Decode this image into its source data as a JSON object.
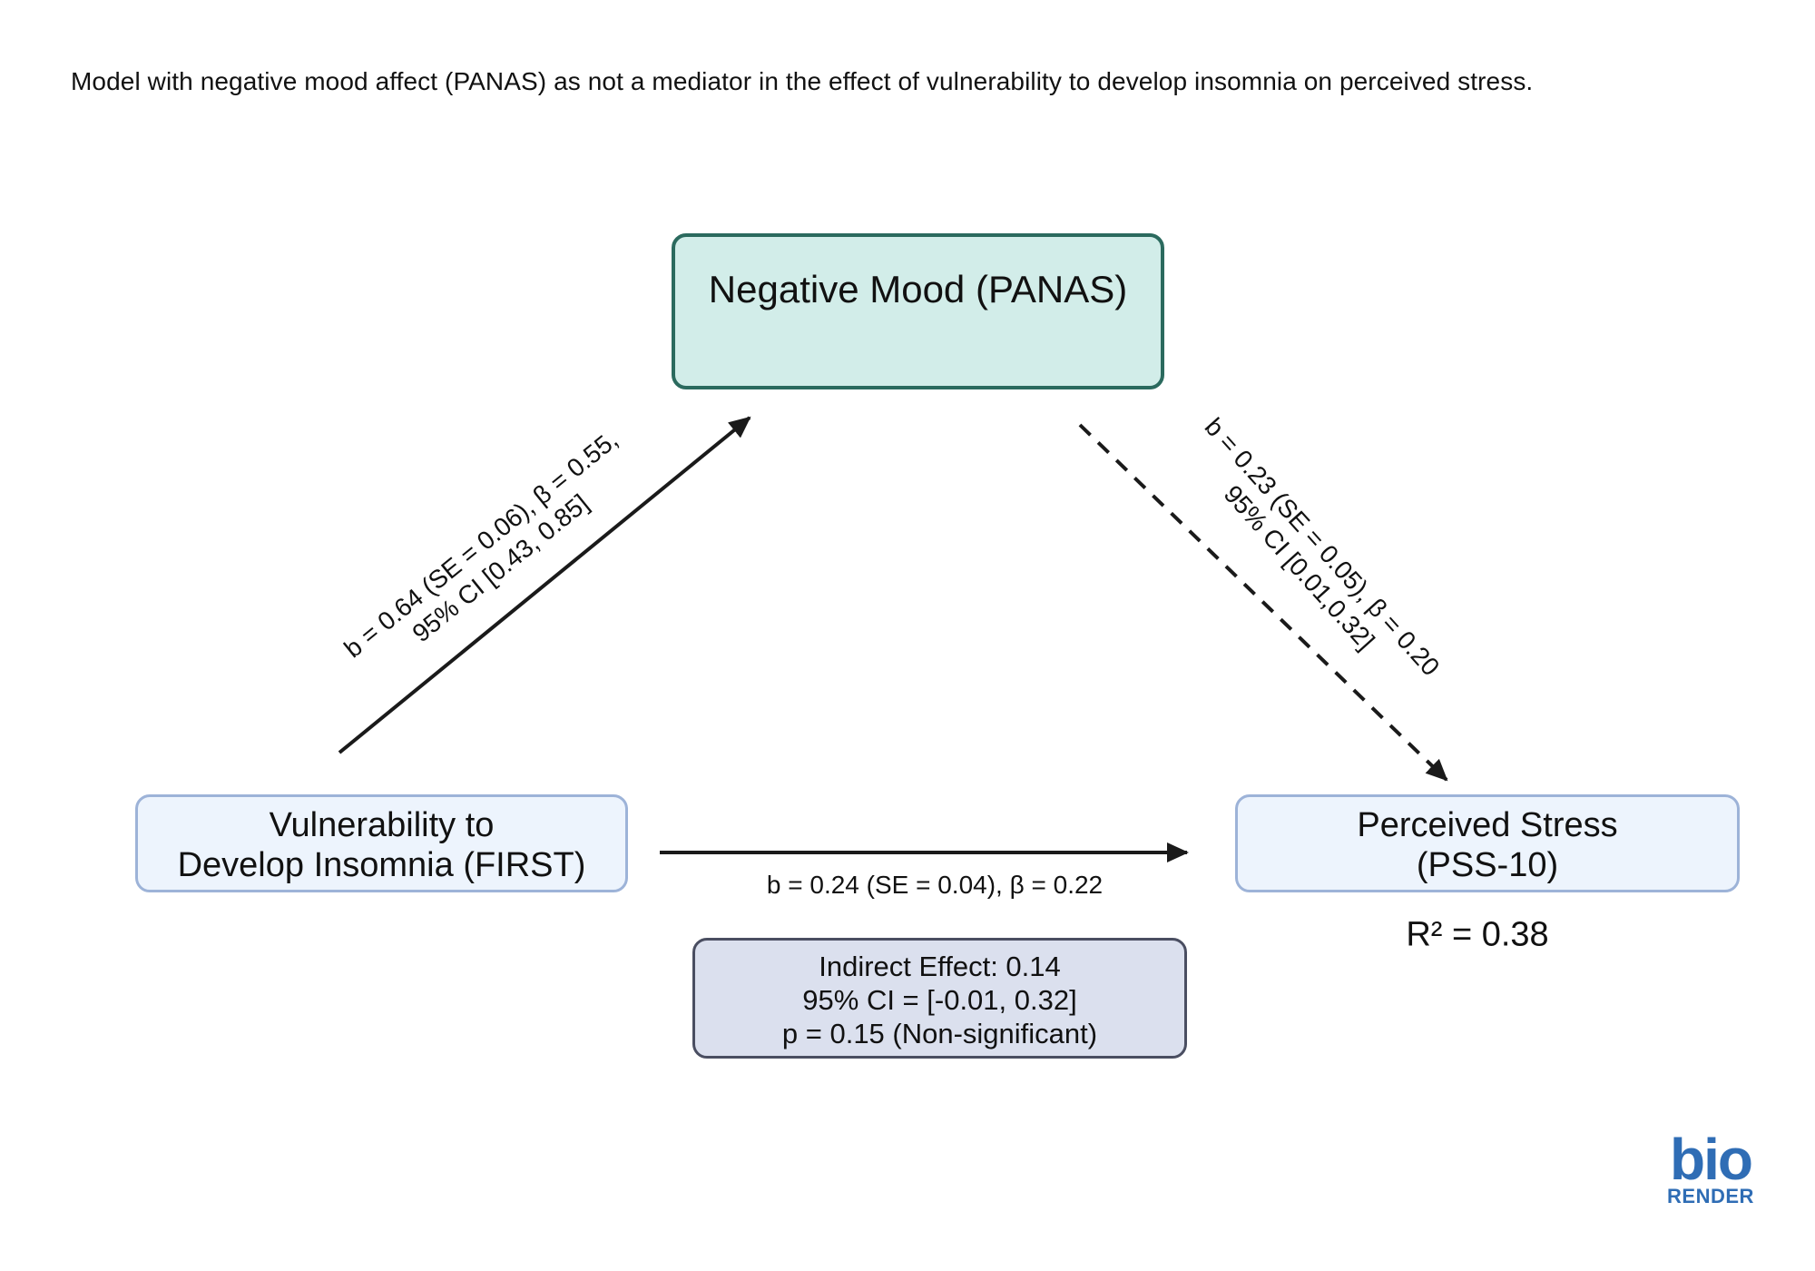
{
  "caption": "Model with negative mood affect (PANAS) as not a mediator in the effect of vulnerability to develop insomnia on perceived stress.",
  "nodes": {
    "mediator": {
      "label": "Negative Mood (PANAS)"
    },
    "predictor": {
      "line1": "Vulnerability to",
      "line2": "Develop Insomnia (FIRST)"
    },
    "outcome": {
      "line1": "Perceived Stress",
      "line2": "(PSS-10)",
      "r_squared": "R² = 0.38"
    }
  },
  "paths": {
    "a": {
      "line1": "b = 0.64 (SE = 0.06), β = 0.55,",
      "line2": "95% CI [0.43, 0.85]",
      "style": "solid"
    },
    "b": {
      "line1": "b = 0.23 (SE = 0.05), β = 0.20",
      "line2": "95% CI [0.01,0.32]",
      "style": "dashed"
    },
    "c_prime": {
      "label": "b = 0.24 (SE = 0.04), β = 0.22",
      "style": "solid"
    }
  },
  "indirect_effect": {
    "line1": "Indirect Effect: 0.14",
    "line2": "95% CI = [-0.01, 0.32]",
    "line3": "p = 0.15 (Non-significant)"
  },
  "logo": {
    "mark": "bio",
    "text": "RENDER"
  },
  "colors": {
    "mediator_fill": "#d2ede9",
    "mediator_border": "#2b6a5e",
    "node_fill": "#edf4fd",
    "node_border": "#9db3d8",
    "indirect_fill": "#dbe0ee",
    "indirect_border": "#4a4e61",
    "arrow": "#1a1a1a",
    "logo": "#2f6db5"
  }
}
